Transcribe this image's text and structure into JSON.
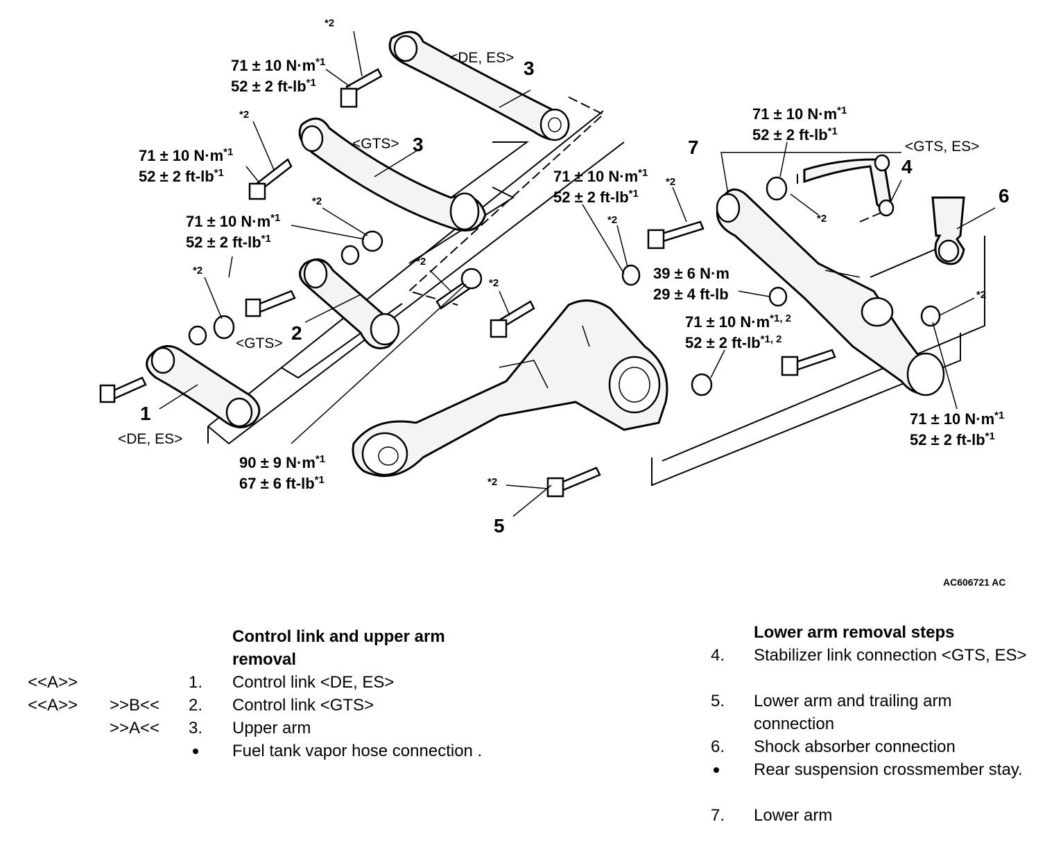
{
  "diagram": {
    "figure_code": "AC606721 AC",
    "callouts": [
      "1",
      "2",
      "3",
      "3",
      "4",
      "5",
      "6",
      "7"
    ],
    "variants": {
      "de_es_top": "<DE, ES>",
      "gts_upper": "<GTS>",
      "gts_link": "<GTS>",
      "de_es_bottom": "<DE, ES>",
      "gts_es": "<GTS, ES>"
    },
    "torques": [
      {
        "nm": "71 ± 10 N·m",
        "nm_sup": "*1",
        "ftlb": "52 ± 2 ft-lb",
        "ftlb_sup": "*1"
      },
      {
        "nm": "71 ± 10 N·m",
        "nm_sup": "*1",
        "ftlb": "52 ± 2 ft-lb",
        "ftlb_sup": "*1"
      },
      {
        "nm": "71 ± 10 N·m",
        "nm_sup": "*1",
        "ftlb": "52 ± 2 ft-lb",
        "ftlb_sup": "*1"
      },
      {
        "nm": "71 ± 10 N·m",
        "nm_sup": "*1",
        "ftlb": "52 ± 2 ft-lb",
        "ftlb_sup": "*1"
      },
      {
        "nm": "71 ± 10 N·m",
        "nm_sup": "*1",
        "ftlb": "52 ± 2 ft-lb",
        "ftlb_sup": "*1"
      },
      {
        "nm": "39 ± 6 N·m",
        "nm_sup": "",
        "ftlb": "29 ± 4 ft-lb",
        "ftlb_sup": ""
      },
      {
        "nm": "71 ± 10 N·m",
        "nm_sup": "*1, 2",
        "ftlb": "52 ± 2 ft-lb",
        "ftlb_sup": "*1, 2"
      },
      {
        "nm": "90 ± 9 N·m",
        "nm_sup": "*1",
        "ftlb": "67 ± 6 ft-lb",
        "ftlb_sup": "*1"
      },
      {
        "nm": "71 ± 10 N·m",
        "nm_sup": "*1",
        "ftlb": "52 ± 2 ft-lb",
        "ftlb_sup": "*1"
      }
    ],
    "star2": "*2"
  },
  "left_list": {
    "heading": "Control link and upper arm removal",
    "rows": [
      {
        "flag_a": "<<A>>",
        "flag_b": "",
        "num": "1.",
        "text": "Control link <DE, ES>"
      },
      {
        "flag_a": "<<A>>",
        "flag_b": ">>B<<",
        "num": "2.",
        "text": "Control link <GTS>"
      },
      {
        "flag_a": "",
        "flag_b": ">>A<<",
        "num": "3.",
        "text": "Upper arm"
      },
      {
        "flag_a": "",
        "flag_b": "",
        "num": "",
        "text": "Fuel tank vapor hose connection ."
      }
    ]
  },
  "right_list": {
    "heading": "Lower arm removal steps",
    "rows": [
      {
        "num": "4.",
        "text": "Stabilizer link connection <GTS, ES>"
      },
      {
        "num": "5.",
        "text": "Lower arm and trailing arm connection"
      },
      {
        "num": "6.",
        "text": "Shock absorber connection"
      },
      {
        "num": "",
        "text": "Rear suspension crossmember stay."
      },
      {
        "num": "7.",
        "text": "Lower arm"
      }
    ]
  }
}
